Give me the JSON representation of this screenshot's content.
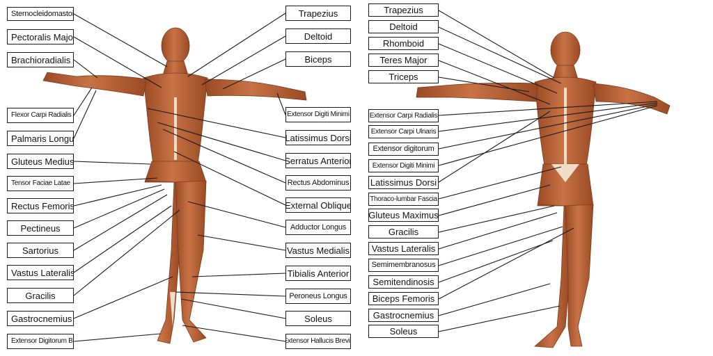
{
  "front_labels": {
    "left": [
      "Sternocleidomastoid",
      "Pectoralis Major",
      "Brachioradialis",
      "Flexor Carpi Radialis",
      "Palmaris Longus",
      "Gluteus Medius",
      "Tensor Faciae Latae",
      "Rectus Femoris",
      "Pectineus",
      "Sartorius",
      "Vastus Lateralis",
      "Gracilis",
      "Gastrocnemius",
      "Extensor Digitorum Brevis"
    ],
    "right": [
      "Trapezius",
      "Deltoid",
      "Biceps",
      "Extensor Digiti Minimi",
      "Latissimus Dorsi",
      "Serratus Anterior",
      "Rectus Abdominus",
      "External Oblique",
      "Adductor Longus",
      "Vastus Medialis",
      "Tibialis Anterior",
      "Peroneus Longus",
      "Soleus",
      "Extensor Hallucis Brevis"
    ]
  },
  "back_labels": [
    "Trapezius",
    "Deltoid",
    "Rhomboid",
    "Teres Major",
    "Triceps",
    "Extensor Carpi Radialis",
    "Extensor Carpi Ulnaris",
    "Extensor digitorum",
    "Extensor Digiti Minimi",
    "Latissimus Dorsi",
    "Thoraco-lumbar Fascia",
    "Gluteus Maximus",
    "Gracilis",
    "Vastus Lateralis",
    "Semimembranosus",
    "Semitendinosis",
    "Biceps Femoris",
    "Gastrocnemius",
    "Soleus"
  ],
  "colors": {
    "muscle": "#b8643a",
    "muscle_dark": "#8a3f1e",
    "tendon": "#f1dcc6",
    "line": "#1a1a1a"
  }
}
